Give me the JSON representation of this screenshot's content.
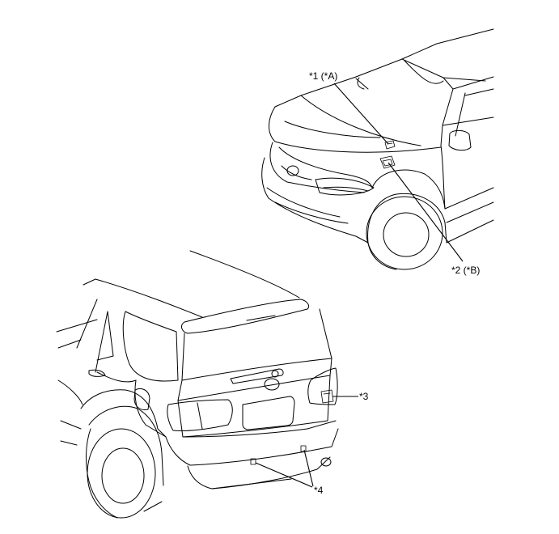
{
  "labels": {
    "callout_1": "*1 (*A)",
    "callout_2": "*2 (*B)",
    "callout_3": "*3",
    "callout_4": "*4"
  }
}
